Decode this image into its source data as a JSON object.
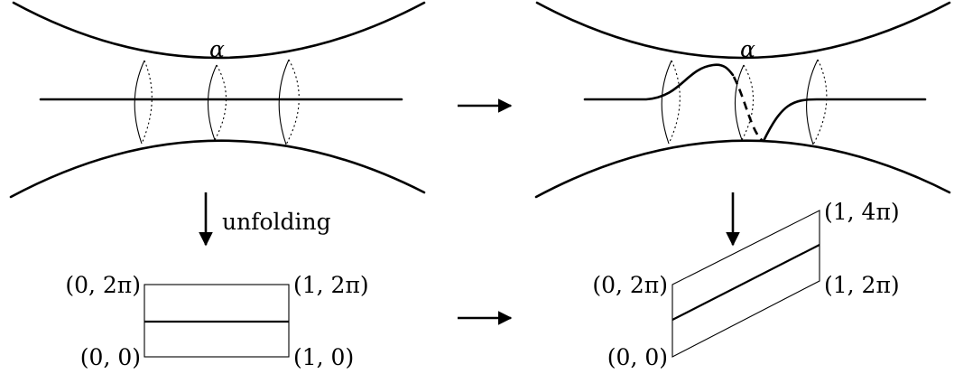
{
  "labels": {
    "alpha_left": "α",
    "alpha_right": "α",
    "unfolding": "unfolding",
    "left_top_left": "(0, 2π)",
    "left_top_right": "(1, 2π)",
    "left_bottom_left": "(0, 0)",
    "left_bottom_right": "(1, 0)",
    "right_top_left": "(0, 2π)",
    "right_top_right": "(1, 4π)",
    "right_mid_right": "(1, 2π)",
    "right_bottom_left": "(0, 0)"
  }
}
